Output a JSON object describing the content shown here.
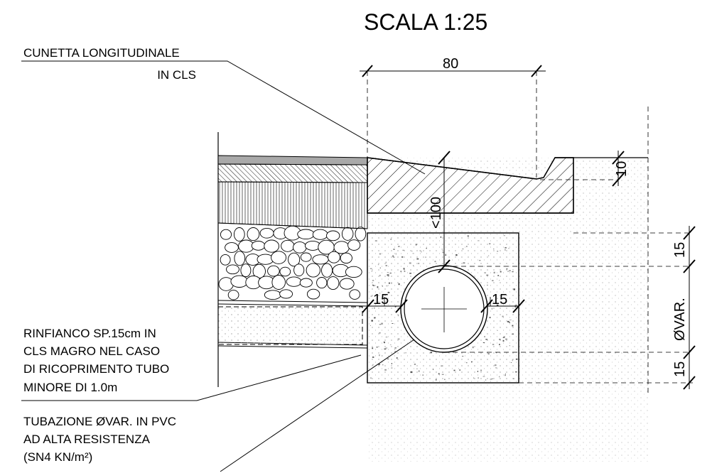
{
  "title": "SCALA 1:25",
  "labels": {
    "cunetta_line1": "CUNETTA LONGITUDINALE",
    "cunetta_line2": "IN CLS",
    "rinfianco_line1": "RINFIANCO SP.15cm IN",
    "rinfianco_line2": "CLS MAGRO NEL CASO",
    "rinfianco_line3": "DI RICOPRIMENTO TUBO",
    "rinfianco_line4": "MINORE DI 1.0m",
    "tubazione_line1": "TUBAZIONE ØVAR. IN PVC",
    "tubazione_line2": "AD ALTA RESISTENZA",
    "tubazione_line3": "(SN4 KN/m²)"
  },
  "dimensions": {
    "cunetta_width": "80",
    "cover_depth": "<100",
    "slab_thickness": "10",
    "left_side": "15",
    "right_side": "15",
    "top_bedding": "15",
    "pipe_diameter": "ØVAR.",
    "bottom_bedding": "15"
  },
  "colors": {
    "line": "#000000",
    "concrete_speckle": "#9a9a9a",
    "asphalt_top": "#a9a9a9"
  }
}
